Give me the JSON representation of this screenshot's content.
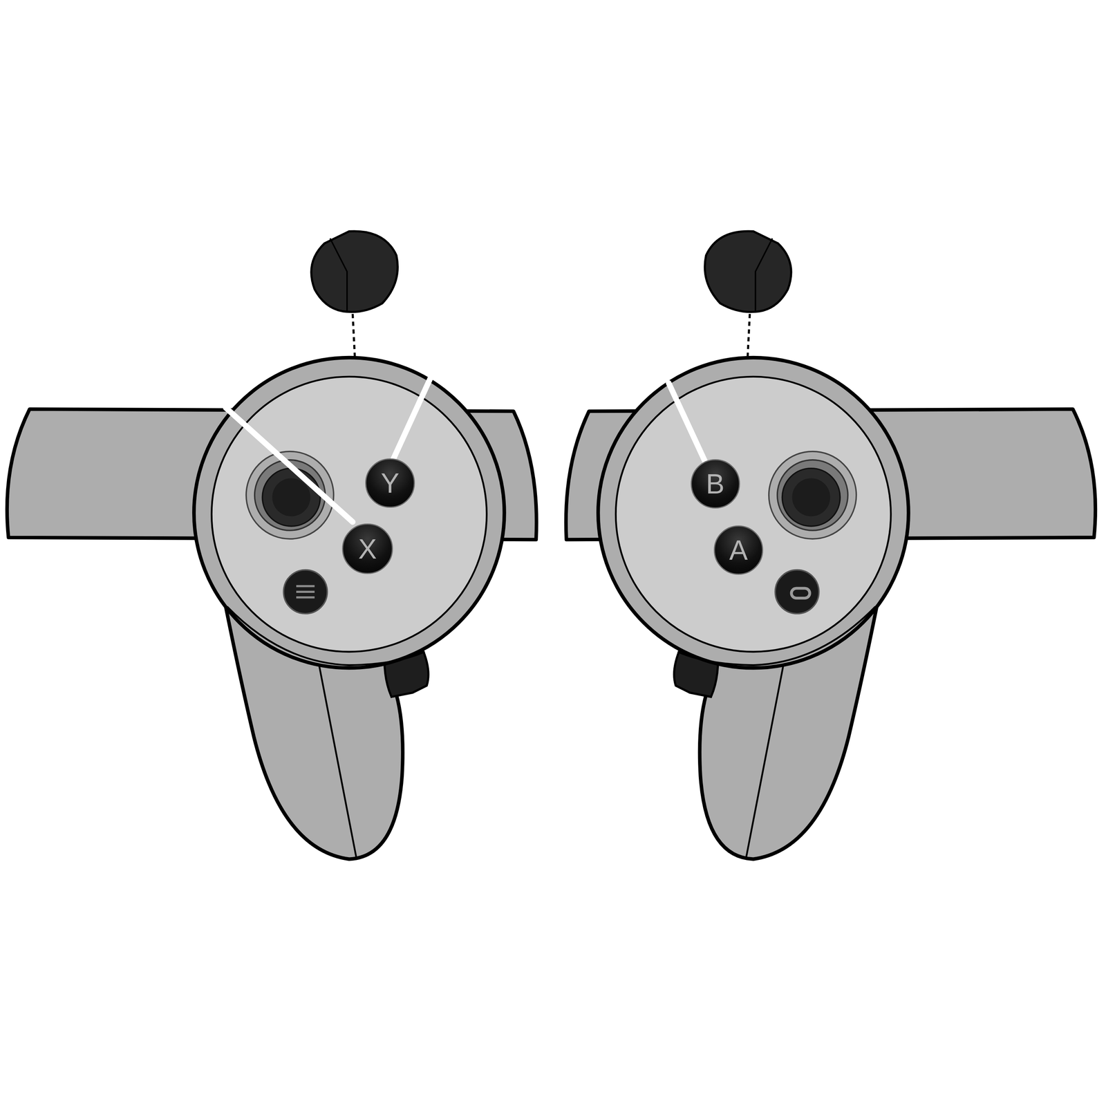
{
  "diagram": {
    "nodes": [
      {
        "text": [
          "Y"
        ]
      },
      {
        "text": [
          "X"
        ]
      },
      {
        "text": [
          "B"
        ]
      },
      {
        "text": [
          "A"
        ]
      }
    ]
  }
}
